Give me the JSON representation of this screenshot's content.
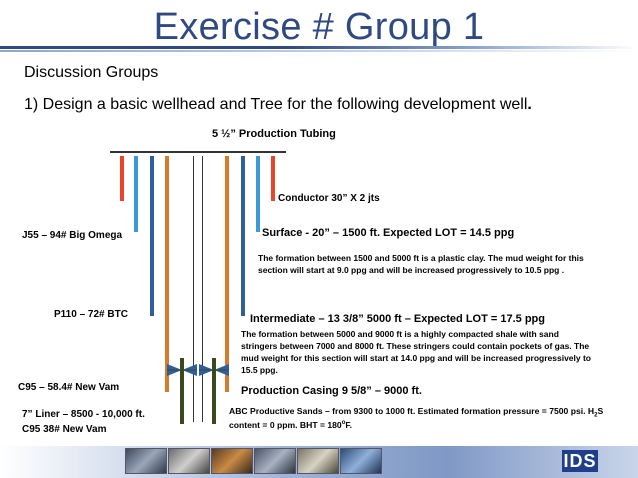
{
  "slide": {
    "title": "Exercise # Group 1",
    "heading": "Discussion Groups",
    "task": "1) Design a basic wellhead and Tree for the following development well",
    "task_period": ".",
    "tubing_label": "5 ½” Production Tubing",
    "conductor_label": "Conductor 30” X 2 jts",
    "j55_label": "J55 – 94# Big Omega",
    "surface_label": "Surface - 20” – 1500 ft.  Expected LOT = 14.5 ppg",
    "surface_note": "The formation between 1500 and 5000 ft is a plastic clay.  The mud weight for this section will start at 9.0  ppg and will be increased progressively to 10.5 ppg .",
    "p110_label": "P110 – 72# BTC",
    "intermediate_label": "Intermediate – 13 3/8” 5000 ft – Expected LOT = 17.5 ppg",
    "intermediate_note": "The formation between 5000 and 9000 ft is a highly compacted shale with sand stringers  between 7000 and 8000 ft.  These stringers could contain pockets of gas.  The mud weight for this section will start at 14.0  ppg and will be increased progressively to 15.5 ppg.",
    "c95_label": "C95 – 58.4# New Vam",
    "production_label": "Production Casing  9 5/8” – 9000 ft.",
    "liner_label": "7” Liner – 8500 - 10,000 ft.",
    "liner_grade": "C95 38# New Vam",
    "abc_part1": "ABC Productive Sands – from 9300 to 1000 ft.   Estimated formation pressure = 7500 psi.  H",
    "abc_sub": "2",
    "abc_part2": "S",
    "abc_line2_part1": "content = 0 ppm.  BHT = 180",
    "abc_sup": "o",
    "abc_line2_part2": "F.",
    "logo": "IDS"
  },
  "colors": {
    "title": "#2f4a80",
    "conductor": "#e8452a",
    "surface": "#3a9ad6",
    "intermediate": "#2f5f9e",
    "production": "#d97a2a",
    "liner": "#3b4a1e",
    "tubing": "#333333"
  }
}
